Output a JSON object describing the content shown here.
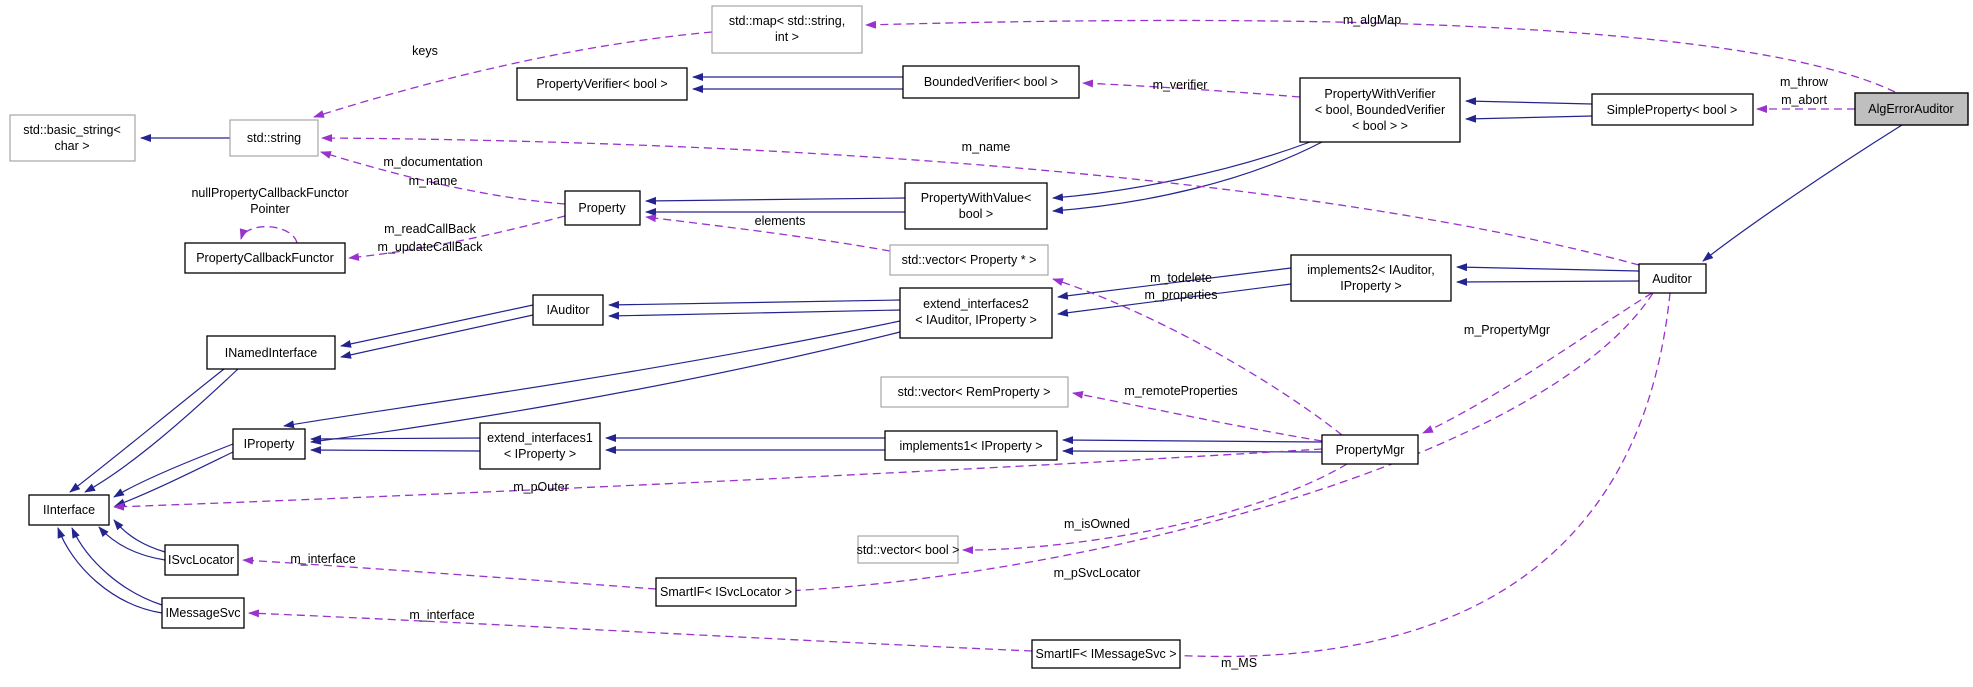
{
  "diagram": {
    "type": "doxygen-collaboration-graph",
    "highlighted_node": "AlgErrorAuditor",
    "colors": {
      "solid_inheritance_edge": "#24248f",
      "dashed_usage_edge": "#9a32cd",
      "highlight_node_fill": "#bfbfbf",
      "class_node_border": "#000000",
      "std_node_border": "#9e9e9e",
      "background": "#ffffff"
    },
    "nodes": {
      "std_basic_string": {
        "lines": [
          "std::basic_string<",
          "char >"
        ]
      },
      "std_string": {
        "lines": [
          "std::string"
        ]
      },
      "std_map": {
        "lines": [
          "std::map< std::string,",
          "int >"
        ]
      },
      "property_verifier": {
        "lines": [
          "PropertyVerifier< bool >"
        ]
      },
      "bounded_verifier": {
        "lines": [
          "BoundedVerifier< bool >"
        ]
      },
      "property_with_verifier": {
        "lines": [
          "PropertyWithVerifier",
          "< bool, BoundedVerifier",
          "< bool > >"
        ]
      },
      "simple_property": {
        "lines": [
          "SimpleProperty< bool >"
        ]
      },
      "alg_error_auditor": {
        "lines": [
          "AlgErrorAuditor"
        ]
      },
      "property": {
        "lines": [
          "Property"
        ]
      },
      "property_with_value": {
        "lines": [
          "PropertyWithValue<",
          "bool >"
        ]
      },
      "vector_property": {
        "lines": [
          "std::vector< Property * >"
        ]
      },
      "extend_interfaces2": {
        "lines": [
          "extend_interfaces2",
          "< IAuditor, IProperty >"
        ]
      },
      "implements2": {
        "lines": [
          "implements2< IAuditor,",
          "IProperty >"
        ]
      },
      "auditor": {
        "lines": [
          "Auditor"
        ]
      },
      "iauditor": {
        "lines": [
          "IAuditor"
        ]
      },
      "inamed_interface": {
        "lines": [
          "INamedInterface"
        ]
      },
      "property_callback_functor": {
        "lines": [
          "PropertyCallbackFunctor"
        ]
      },
      "iproperty": {
        "lines": [
          "IProperty"
        ]
      },
      "extend_interfaces1": {
        "lines": [
          "extend_interfaces1",
          "< IProperty >"
        ]
      },
      "implements1": {
        "lines": [
          "implements1< IProperty >"
        ]
      },
      "property_mgr": {
        "lines": [
          "PropertyMgr"
        ]
      },
      "iinterface": {
        "lines": [
          "IInterface"
        ]
      },
      "isvc_locator": {
        "lines": [
          "ISvcLocator"
        ]
      },
      "imessage_svc": {
        "lines": [
          "IMessageSvc"
        ]
      },
      "smartif_isvclocator": {
        "lines": [
          "SmartIF< ISvcLocator >"
        ]
      },
      "vector_bool": {
        "lines": [
          "std::vector< bool >"
        ]
      },
      "smartif_imessagesvc": {
        "lines": [
          "SmartIF< IMessageSvc >"
        ]
      },
      "vector_remproperty": {
        "lines": [
          "std::vector< RemProperty >"
        ]
      }
    },
    "edge_labels": {
      "keys": "keys",
      "m_algMap": "m_algMap",
      "m_verifier": "m_verifier",
      "m_throw": "m_throw",
      "m_abort": "m_abort",
      "m_name_auditor": "m_name",
      "m_documentation": "m_documentation",
      "m_name_property": "m_name",
      "null_functor_line1": "nullPropertyCallbackFunctor",
      "null_functor_line2": "Pointer",
      "m_readCallBack": "m_readCallBack",
      "m_updateCallBack": "m_updateCallBack",
      "elements": "elements",
      "m_todelete": "m_todelete",
      "m_properties": "m_properties",
      "m_PropertyMgr": "m_PropertyMgr",
      "m_remoteProperties": "m_remoteProperties",
      "m_pOuter": "m_pOuter",
      "m_isOwned": "m_isOwned",
      "m_pSvcLocator": "m_pSvcLocator",
      "m_interface_svc": "m_interface",
      "m_interface_msg": "m_interface",
      "m_MS": "m_MS"
    }
  }
}
